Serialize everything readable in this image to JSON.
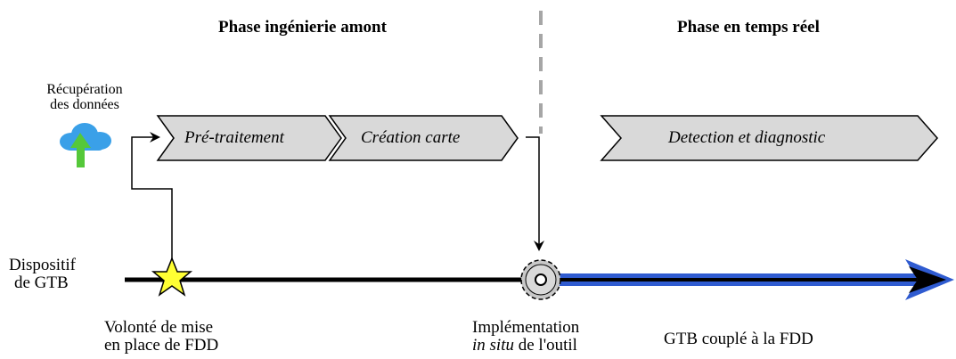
{
  "phases": {
    "left": "Phase ingénierie amont",
    "right": "Phase en temps réel"
  },
  "data_retrieval": {
    "line1": "Récupération",
    "line2": "des données",
    "icon": "cloud-upload-icon"
  },
  "steps": {
    "pretreatment": "Pré-traitement",
    "map_creation": "Création carte",
    "detection": "Detection et diagnostic"
  },
  "timeline": {
    "device_line1": "Dispositif",
    "device_line2": "de GTB",
    "start_line1": "Volonté de mise",
    "start_line2": "en place de FDD",
    "impl_line1": "Implémentation",
    "impl_italic": "in situ",
    "impl_rest": " de l'outil",
    "coupled": "GTB couplé à la FDD"
  },
  "colors": {
    "arrow_fill": "#d9d9d9",
    "blue": "#2f5bd0",
    "star": "#ffff33",
    "cloud": "#3aa0e8",
    "upload_arrow": "#55c83a",
    "separator": "#a6a6a6"
  }
}
